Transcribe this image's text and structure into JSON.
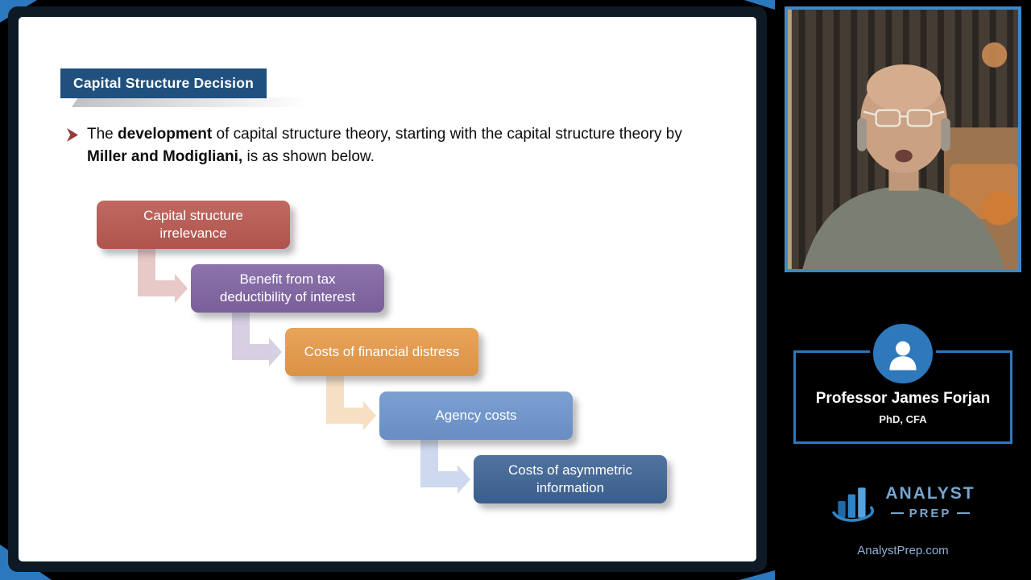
{
  "slide": {
    "title": "Capital Structure Decision",
    "bullet": {
      "part1": "The ",
      "bold1": "development",
      "part2": " of capital structure theory, starting with the capital structure theory by ",
      "bold2": "Miller and Modigliani,",
      "part3": " is as shown below."
    },
    "diagram": {
      "steps": [
        {
          "label": "Capital structure irrelevance",
          "color": "#b85850",
          "arrow_color": "#e7c9c7"
        },
        {
          "label": "Benefit from tax deductibility of interest",
          "color": "#8064a2",
          "arrow_color": "#d6d0e2"
        },
        {
          "label": "Costs of financial distress",
          "color": "#e69a49",
          "arrow_color": "#f6dfc3"
        },
        {
          "label": "Agency costs",
          "color": "#6d95cd",
          "arrow_color": "#cdd9ee"
        },
        {
          "label": "Costs of asymmetric information",
          "color": "#3d6394",
          "arrow_color": null
        }
      ]
    }
  },
  "sidebar": {
    "professor_name": "Professor James Forjan",
    "professor_credentials": "PhD, CFA",
    "logo_text_top": "ANALYST",
    "logo_text_bottom": "PREP",
    "website": "AnalystPrep.com",
    "accent_color": "#2e78bc"
  }
}
